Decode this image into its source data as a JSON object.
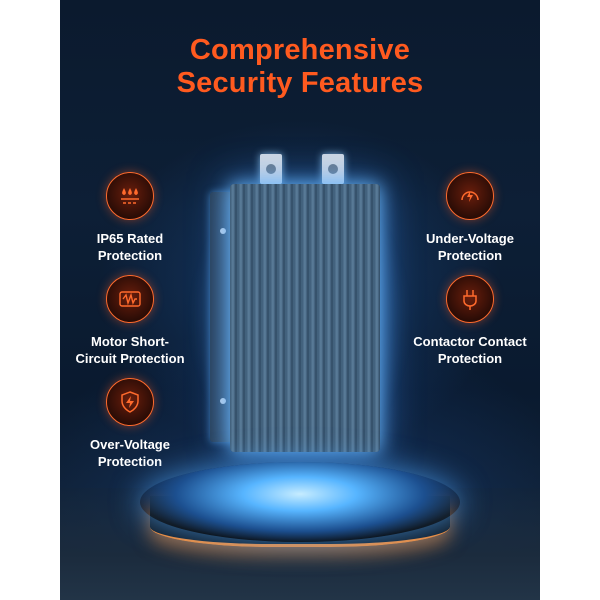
{
  "title": {
    "line1": "Comprehensive",
    "line2": "Security Features"
  },
  "features": {
    "ip65": {
      "line1": "IP65 Rated",
      "line2": "Protection",
      "icon": "water-drops-icon"
    },
    "motor_short": {
      "line1": "Motor Short-",
      "line2": "Circuit Protection",
      "icon": "circuit-waveform-icon"
    },
    "over_voltage": {
      "line1": "Over-Voltage",
      "line2": "Protection",
      "icon": "shield-bolt-icon"
    },
    "under_voltage": {
      "line1": "Under-Voltage",
      "line2": "Protection",
      "icon": "gauge-icon"
    },
    "contactor": {
      "line1": "Contactor Contact",
      "line2": "Protection",
      "icon": "connector-icon"
    }
  },
  "colors": {
    "accent": "#ff5a1f",
    "background": "#0b1a2e",
    "glow": "#57b5ff"
  }
}
